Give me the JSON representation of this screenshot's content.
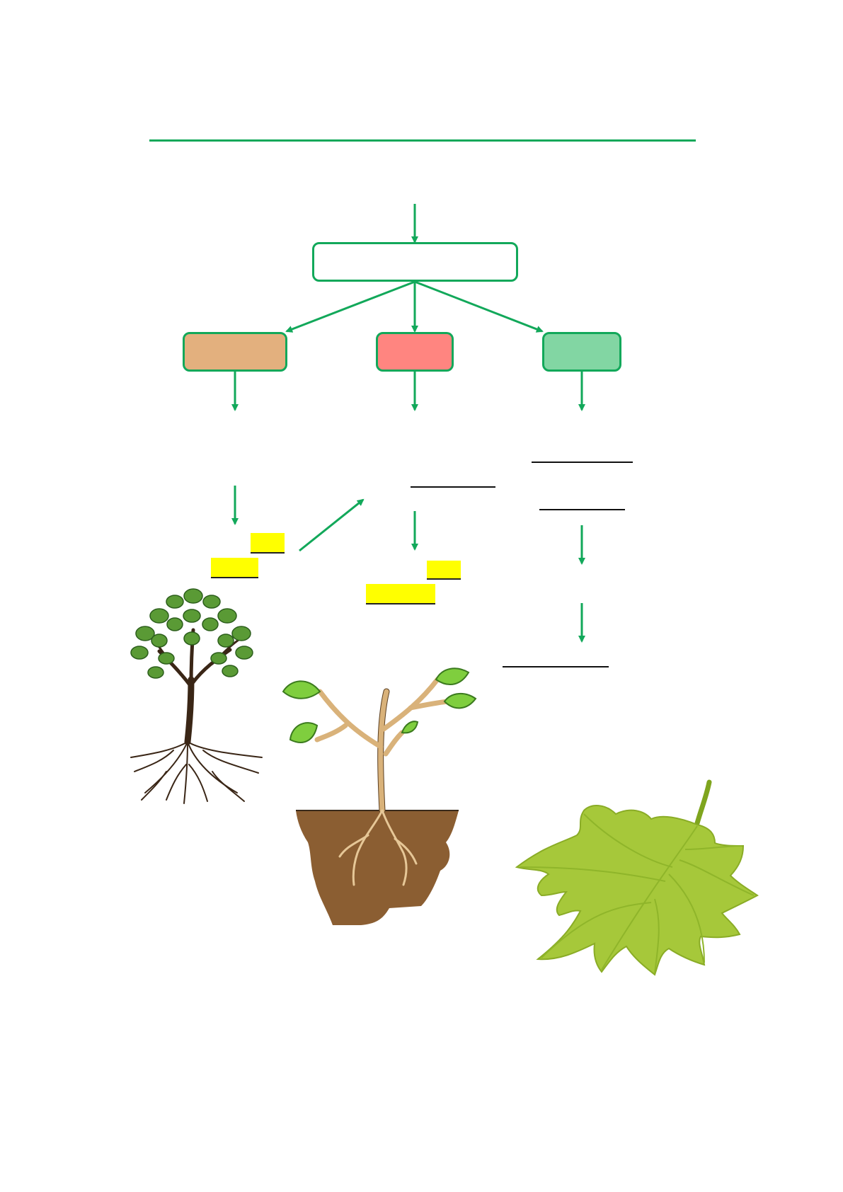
{
  "colors": {
    "line_green": "#12a85a",
    "box_root_fill": "#e3b07e",
    "box_stem_fill": "#ff8580",
    "box_leaf_fill": "#82d6a3",
    "box_border": "#12a85a",
    "highlight": "#ffff00"
  },
  "diagram": {
    "title": "",
    "top_box": {
      "label": ""
    },
    "branches": [
      {
        "label": "",
        "color_key": "box_root_fill"
      },
      {
        "label": "",
        "color_key": "box_stem_fill"
      },
      {
        "label": "",
        "color_key": "box_leaf_fill"
      }
    ]
  },
  "illustrations": [
    {
      "icon": "tree-with-roots-icon"
    },
    {
      "icon": "sapling-in-soil-icon"
    },
    {
      "icon": "green-leaf-icon"
    }
  ]
}
